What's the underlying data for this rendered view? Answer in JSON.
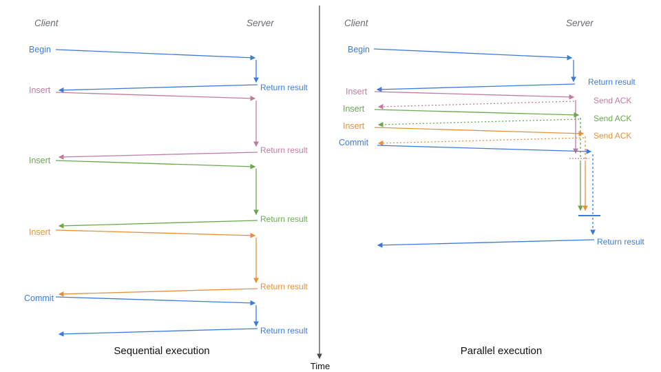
{
  "colors": {
    "blue": "#3d7bdb",
    "pink": "#c27ba0",
    "green": "#6aa84f",
    "orange": "#e69138",
    "axis": "#4d4d4d",
    "header_gray": "#666a70",
    "caption_black": "#111111"
  },
  "time_axis": {
    "label": "Time"
  },
  "left": {
    "title": "Sequential execution",
    "client_header": "Client",
    "server_header": "Server",
    "operations": [
      {
        "label": "Begin",
        "color": "blue",
        "response": "Return result"
      },
      {
        "label": "Insert",
        "color": "pink",
        "response": "Return result"
      },
      {
        "label": "Insert",
        "color": "green",
        "response": "Return result"
      },
      {
        "label": "Insert",
        "color": "orange",
        "response": "Return result"
      },
      {
        "label": "Commit",
        "color": "blue",
        "response": "Return result"
      }
    ]
  },
  "right": {
    "title": "Parallel execution",
    "client_header": "Client",
    "server_header": "Server",
    "operations": [
      {
        "label": "Begin",
        "color": "blue",
        "response": "Return result"
      },
      {
        "label": "Insert",
        "color": "pink",
        "response": "Send ACK"
      },
      {
        "label": "Insert",
        "color": "green",
        "response": "Send ACK"
      },
      {
        "label": "Insert",
        "color": "orange",
        "response": "Send ACK"
      },
      {
        "label": "Commit",
        "color": "blue",
        "response": "Return result"
      }
    ],
    "final_response": "Return result"
  }
}
